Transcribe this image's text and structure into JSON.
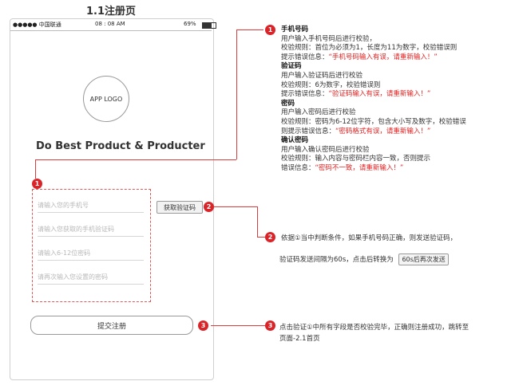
{
  "page_title": "1.1注册页",
  "status_bar": {
    "carrier": "●●●●● 中国联通",
    "time": "08 : 08 AM",
    "battery_text": "69%",
    "battery_level": 0.69
  },
  "logo_text": "APP LOGO",
  "tagline": "Do Best Product & Producter",
  "form": {
    "phone_placeholder": "请输入您的手机号",
    "code_placeholder": "请输入您获取的手机验证码",
    "password_placeholder": "请输入6-12位密码",
    "confirm_placeholder": "请再次输入您设置的密码"
  },
  "verify_button": "获取验证码",
  "submit_button": "提交注册",
  "badges": {
    "b1": "1",
    "b2": "2",
    "b3": "3"
  },
  "annotation1": {
    "phone_title": "手机号码",
    "phone_l1": "用户输入手机号码后进行校验，",
    "phone_l2": "校验规则：首位为必须为1，长度为11为数字，校验错误则",
    "phone_l3_prefix": "提示错误信息：",
    "phone_l3_err": "“手机号码输入有误，请重新输入！”",
    "code_title": "验证码",
    "code_l1": "用户输入验证码后进行校验",
    "code_l2": "校验规则：6为数字，校验错误则",
    "code_l3_prefix": "提示错误信息：",
    "code_l3_err": "“验证码输入有误，请重新输入！”",
    "pwd_title": "密码",
    "pwd_l1": "用户输入密码后进行校验",
    "pwd_l2": "校验规则：密码为6-12位字符，包含大小写及数字，校验错误",
    "pwd_l3_prefix": "则提示错误信息：",
    "pwd_l3_err": "“密码格式有误，请重新输入！”",
    "confirm_title": "确认密码",
    "confirm_l1": "用户输入确认密码后进行校验",
    "confirm_l2": "校验规则：输入内容与密码栏内容一致，否则提示",
    "confirm_l3_prefix": "错误信息：",
    "confirm_l3_err": "“密码不一致，请重新输入！”"
  },
  "annotation2": {
    "line1": "依据①当中判断条件，如果手机号码正确，则发送验证码，",
    "line2": "验证码发送间隔为60s，点击后转换为",
    "resend_button": "60s后再次发送"
  },
  "annotation3": {
    "line1": "点击验证①中所有字段是否校验完毕，正确则注册成功，跳转至",
    "line2": "页面-2.1首页"
  },
  "colors": {
    "accent": "#d9242a",
    "dashed_border": "#e05a5a",
    "error_text": "#e02020"
  }
}
